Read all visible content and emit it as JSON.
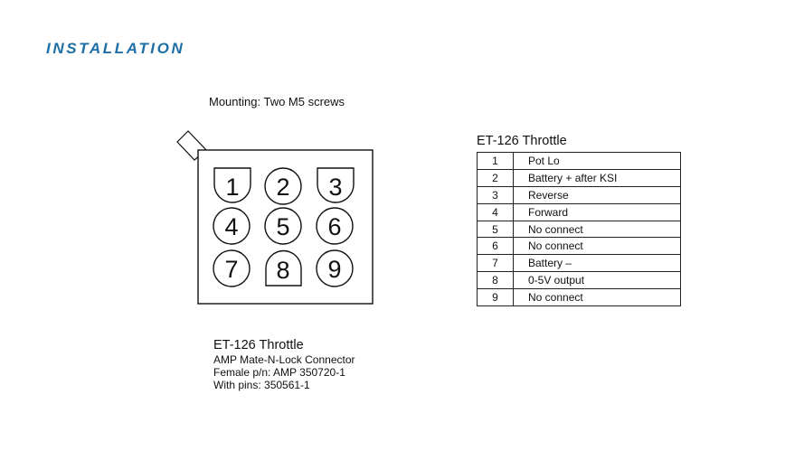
{
  "header": {
    "title": "INSTALLATION"
  },
  "connector": {
    "mounting_note": "Mounting: Two M5 screws",
    "pins": [
      "1",
      "2",
      "3",
      "4",
      "5",
      "6",
      "7",
      "8",
      "9"
    ],
    "caption": {
      "title": "ET-126  Throttle",
      "lines": [
        "AMP Mate-N-Lock Connector",
        "Female p/n: AMP 350720-1",
        "With pins: 350561-1"
      ]
    }
  },
  "pinout_table": {
    "title": "ET-126  Throttle",
    "rows": [
      {
        "pin": "1",
        "function": "Pot Lo"
      },
      {
        "pin": "2",
        "function": "Battery + after KSI"
      },
      {
        "pin": "3",
        "function": "Reverse"
      },
      {
        "pin": "4",
        "function": "Forward"
      },
      {
        "pin": "5",
        "function": "No connect"
      },
      {
        "pin": "6",
        "function": "No connect"
      },
      {
        "pin": "7",
        "function": "Battery –"
      },
      {
        "pin": "8",
        "function": "0-5V output"
      },
      {
        "pin": "9",
        "function": "No connect"
      }
    ]
  }
}
